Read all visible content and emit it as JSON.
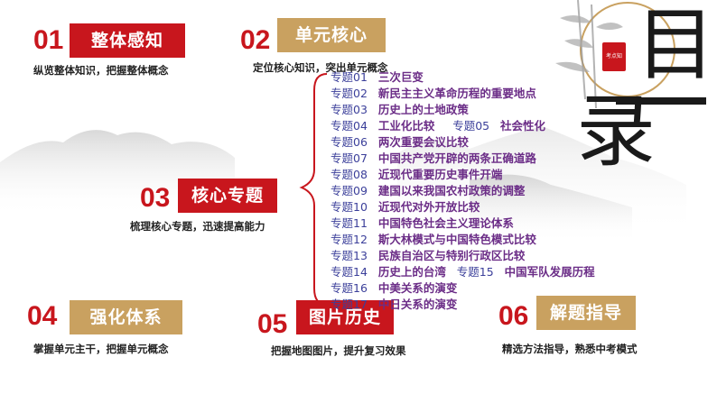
{
  "title": {
    "chars": [
      "目",
      "录"
    ],
    "seal": "考点知"
  },
  "sections": [
    {
      "num": "01",
      "label": "整体感知",
      "desc": "纵览整体知识，把握整体概念"
    },
    {
      "num": "02",
      "label": "单元核心",
      "desc": "定位核心知识，突出单元概念"
    },
    {
      "num": "03",
      "label": "核心专题",
      "desc": "梳理核心专题，迅速提高能力"
    },
    {
      "num": "04",
      "label": "强化体系",
      "desc": "掌握单元主干，把握单元概念"
    },
    {
      "num": "05",
      "label": "图片历史",
      "desc": "把握地图图片，提升复习效果"
    },
    {
      "num": "06",
      "label": "解题指导",
      "desc": "精选方法指导，熟悉中考模式"
    }
  ],
  "topics": [
    {
      "code": "专题01",
      "name": "三次巨变"
    },
    {
      "code": "专题02",
      "name": "新民主主义革命历程的重要地点"
    },
    {
      "code": "专题03",
      "name": "历史上的土地政策"
    },
    {
      "code": "专题04",
      "name": "工业化比较",
      "code2": "专题05",
      "name2": "社会性化"
    },
    {
      "code": "专题06",
      "name": "两次重要会议比较"
    },
    {
      "code": "专题07",
      "name": "中国共产党开辟的两条正确道路"
    },
    {
      "code": "专题08",
      "name": "近现代重要历史事件开端"
    },
    {
      "code": "专题09",
      "name": "建国以来我国农村政策的调整"
    },
    {
      "code": "专题10",
      "name": "近现代对外开放比较"
    },
    {
      "code": "专题11",
      "name": "中国特色社会主义理论体系"
    },
    {
      "code": "专题12",
      "name": "斯大林模式与中国特色模式比较"
    },
    {
      "code": "专题13",
      "name": "民族自治区与特别行政区比较"
    },
    {
      "code": "专题14",
      "name": "历史上的台湾",
      "code2": "专题15",
      "name2": "中国军队发展历程"
    },
    {
      "code": "专题16",
      "name": "中美关系的演变"
    },
    {
      "code": "专题17",
      "name": "中日关系的演变"
    }
  ],
  "colors": {
    "red": "#c8161d",
    "gold": "#c9a160",
    "topic_code": "#3b3f9a",
    "topic_name": "#6b2d87"
  }
}
